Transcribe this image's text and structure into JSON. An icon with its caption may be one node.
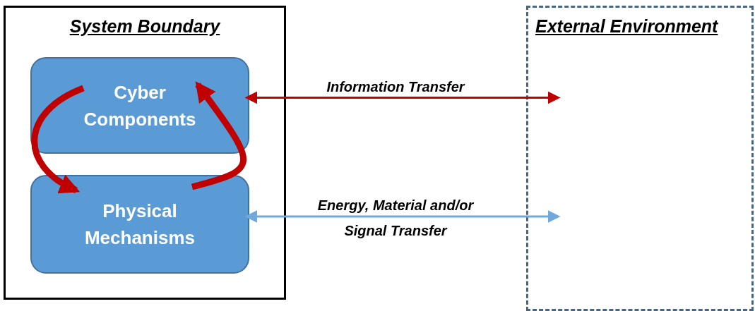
{
  "diagram": {
    "nodes": [
      {
        "text": [
          "System Boundary"
        ]
      },
      {
        "text": [
          "Cyber Components"
        ],
        "in": 0
      },
      {
        "text": [
          "Physical Mechanisms"
        ],
        "in": 0
      },
      {
        "text": [
          "External Environment"
        ]
      }
    ],
    "edges": [
      {
        "from": 1,
        "to": 2,
        "arrow": "to",
        "style": "thick"
      },
      {
        "from": 2,
        "to": 1,
        "arrow": "to",
        "style": "thick"
      },
      {
        "from": 1,
        "to": 3,
        "arrow": "both",
        "label": "Information Transfer"
      },
      {
        "from": 2,
        "to": 3,
        "arrow": "both",
        "label": "Energy, Material and/or Signal Transfer",
        "color": "#6fa8dc"
      }
    ]
  }
}
